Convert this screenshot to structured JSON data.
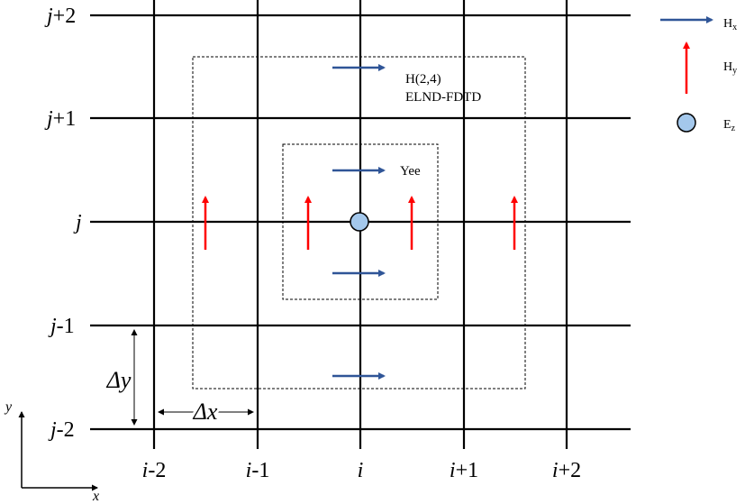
{
  "rows": [
    {
      "base": "j",
      "suffix": "+2"
    },
    {
      "base": "j",
      "suffix": "+1"
    },
    {
      "base": "j",
      "suffix": ""
    },
    {
      "base": "j",
      "suffix": "-1"
    },
    {
      "base": "j",
      "suffix": "-2"
    }
  ],
  "cols": [
    {
      "base": "i",
      "suffix": "-2"
    },
    {
      "base": "i",
      "suffix": "-1"
    },
    {
      "base": "i",
      "suffix": ""
    },
    {
      "base": "i",
      "suffix": "+1"
    },
    {
      "base": "i",
      "suffix": "+2"
    }
  ],
  "stencils": {
    "outer": {
      "line1": "H(2,4)",
      "line2": "ELND-FDTD"
    },
    "inner": {
      "label": "Yee"
    }
  },
  "dims": {
    "dx": "Δx",
    "dy": "Δy"
  },
  "axes": {
    "x": "x",
    "y": "y"
  },
  "legend": [
    {
      "name": "Hx",
      "base": "H",
      "sub": "x",
      "symbol": "blue-arrow",
      "color": "#2f5597"
    },
    {
      "name": "Hy",
      "base": "H",
      "sub": "y",
      "symbol": "red-arrow",
      "color": "#ff0000"
    },
    {
      "name": "Ez",
      "base": "E",
      "sub": "z",
      "symbol": "circle",
      "color": "#a4c8ec"
    }
  ]
}
